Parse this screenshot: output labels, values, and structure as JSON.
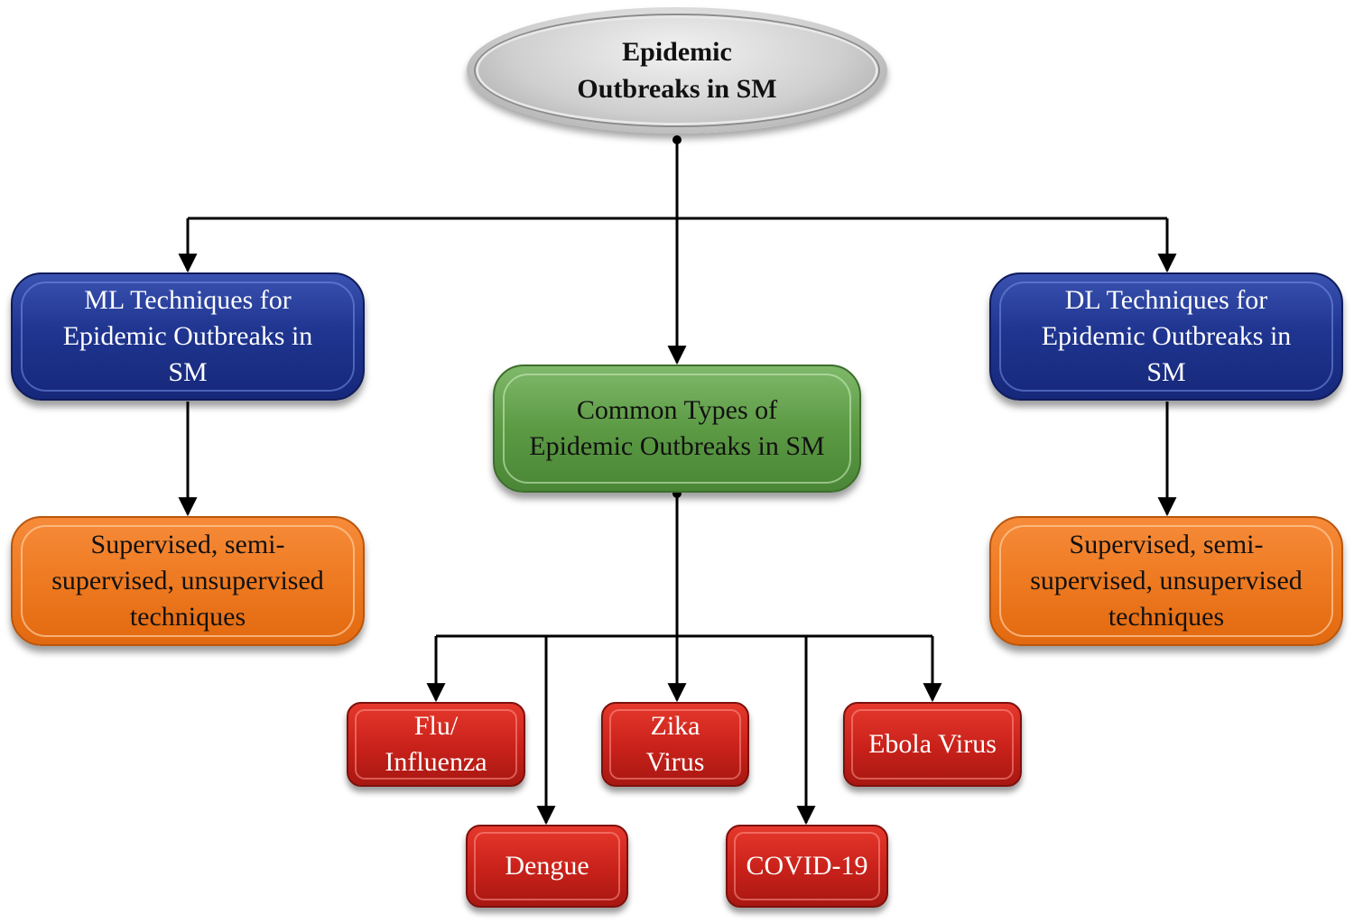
{
  "root": {
    "label": "Epidemic\nOutbreaks in SM"
  },
  "ml_techniques": {
    "label": "ML Techniques for\nEpidemic Outbreaks in\nSM"
  },
  "dl_techniques": {
    "label": "DL Techniques for\nEpidemic Outbreaks in\nSM"
  },
  "common_types": {
    "label": "Common Types of\nEpidemic Outbreaks in SM"
  },
  "ml_learning_types": {
    "label": "Supervised, semi-\nsupervised, unsupervised\ntechniques"
  },
  "dl_learning_types": {
    "label": "Supervised, semi-\nsupervised, unsupervised\ntechniques"
  },
  "outbreaks": {
    "flu": "Flu/\nInfluenza",
    "zika": "Zika\nVirus",
    "ebola": "Ebola Virus",
    "dengue": "Dengue",
    "covid": "COVID-19"
  },
  "colors": {
    "root": "#c8c8c8",
    "technique_boxes": "#1f3590",
    "common_types_box": "#5c9a44",
    "learning_type_boxes": "#ee7a21",
    "disease_boxes": "#c8211a",
    "connectors": "#000000"
  }
}
